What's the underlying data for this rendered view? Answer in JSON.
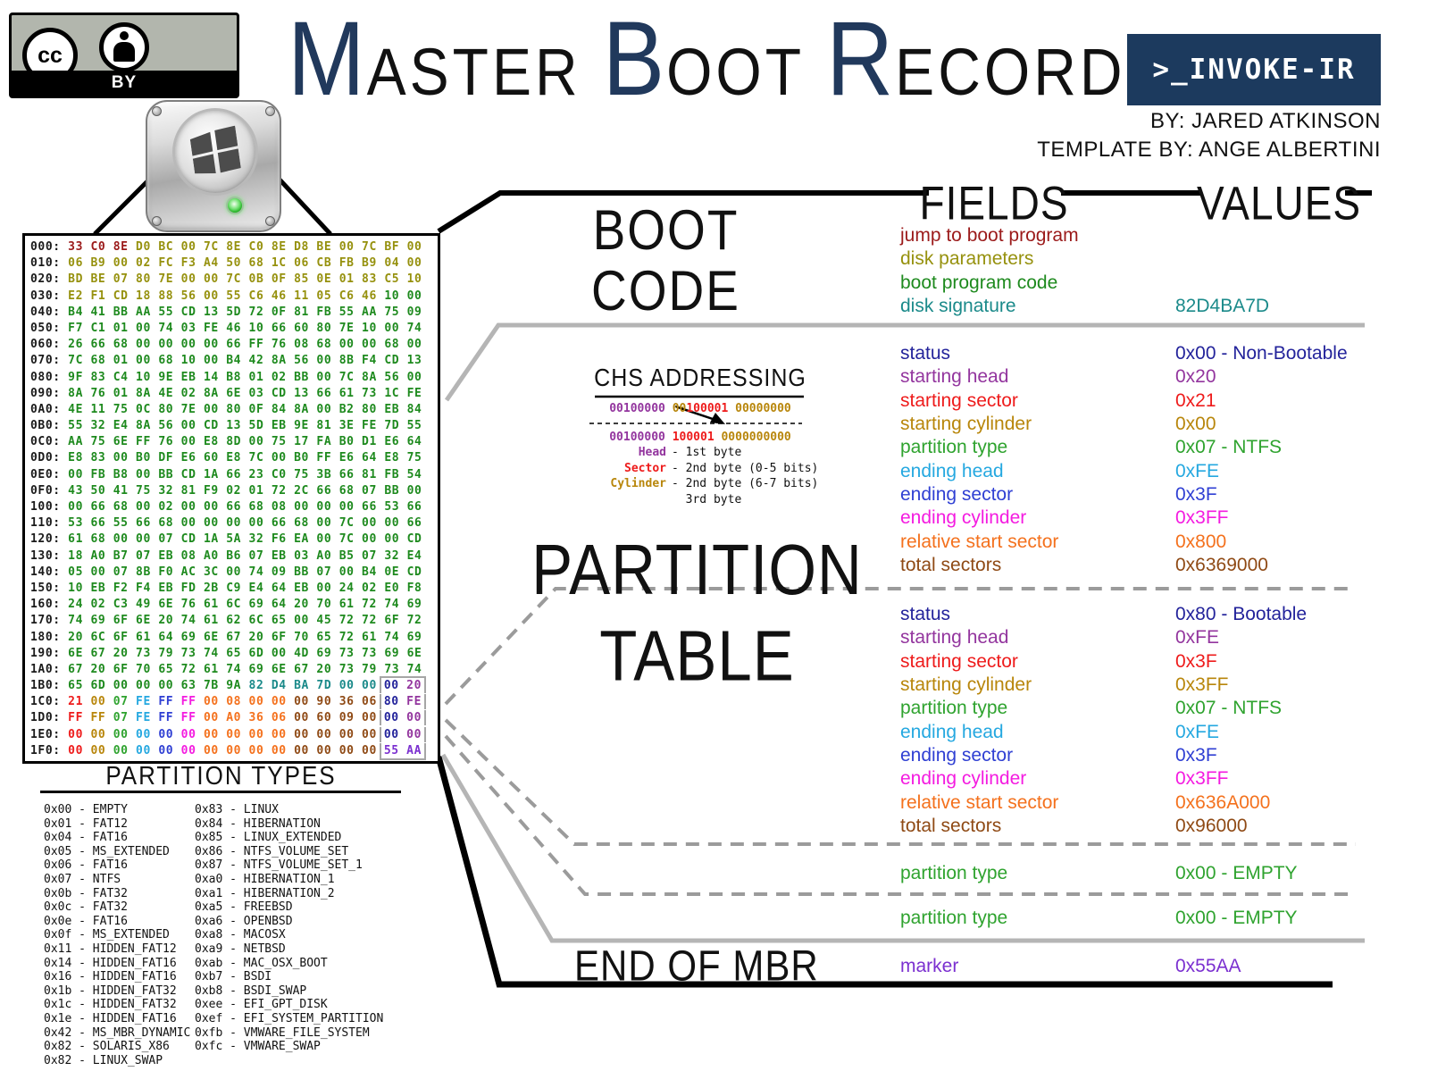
{
  "license": {
    "cc_label": "cc",
    "by_label": "BY"
  },
  "title": {
    "words": [
      {
        "initial": "M",
        "rest": "ASTER"
      },
      {
        "initial": "B",
        "rest": "OOT"
      },
      {
        "initial": "R",
        "rest": "ECORD"
      }
    ],
    "initial_color": "#21395C"
  },
  "logo": {
    "prompt": ">_",
    "name": "INVOKE-IR",
    "bg": "#1C3A5E"
  },
  "credits": {
    "by": "BY: JARED ATKINSON",
    "template": "TEMPLATE BY: ANGE ALBERTINI"
  },
  "headers": {
    "fields": "FIELDS",
    "values": "VALUES"
  },
  "palette": {
    "j": "#9B1A1A",
    "p": "#96910E",
    "c": "#1E8A1E",
    "t": "#1B8A8A",
    "s": "#23239B",
    "h": "#93359E",
    "r": "#EE1B1B",
    "y": "#B8860B",
    "g": "#2FA32F",
    "e": "#25A8E0",
    "b": "#2F3FD3",
    "m": "#F41BE0",
    "o": "#F4711D",
    "w": "#8F4A15",
    "u": "#7B30D0",
    "k": "#111111"
  },
  "hexdump": {
    "rows": [
      {
        "a": "000",
        "b": "33 C0 8E D0 BC 00 7C 8E C0 8E D8 BE 00 7C BF 00",
        "c": "jjjppppppppppppp"
      },
      {
        "a": "010",
        "b": "06 B9 00 02 FC F3 A4 50 68 1C 06 CB FB B9 04 00",
        "c": "pppppppppppppppp"
      },
      {
        "a": "020",
        "b": "BD BE 07 80 7E 00 00 7C 0B 0F 85 0E 01 83 C5 10",
        "c": "pppppppppppppppp"
      },
      {
        "a": "030",
        "b": "E2 F1 CD 18 88 56 00 55 C6 46 11 05 C6 46 10 00",
        "c": "ppppppppppppppcc"
      },
      {
        "a": "040",
        "b": "B4 41 BB AA 55 CD 13 5D 72 0F 81 FB 55 AA 75 09",
        "c": "cccccccccccccccc"
      },
      {
        "a": "050",
        "b": "F7 C1 01 00 74 03 FE 46 10 66 60 80 7E 10 00 74",
        "c": "cccccccccccccccc"
      },
      {
        "a": "060",
        "b": "26 66 68 00 00 00 00 66 FF 76 08 68 00 00 68 00",
        "c": "cccccccccccccccc"
      },
      {
        "a": "070",
        "b": "7C 68 01 00 68 10 00 B4 42 8A 56 00 8B F4 CD 13",
        "c": "cccccccccccccccc"
      },
      {
        "a": "080",
        "b": "9F 83 C4 10 9E EB 14 B8 01 02 BB 00 7C 8A 56 00",
        "c": "cccccccccccccccc"
      },
      {
        "a": "090",
        "b": "8A 76 01 8A 4E 02 8A 6E 03 CD 13 66 61 73 1C FE",
        "c": "cccccccccccccccc"
      },
      {
        "a": "0A0",
        "b": "4E 11 75 0C 80 7E 00 80 0F 84 8A 00 B2 80 EB 84",
        "c": "cccccccccccccccc"
      },
      {
        "a": "0B0",
        "b": "55 32 E4 8A 56 00 CD 13 5D EB 9E 81 3E FE 7D 55",
        "c": "cccccccccccccccc"
      },
      {
        "a": "0C0",
        "b": "AA 75 6E FF 76 00 E8 8D 00 75 17 FA B0 D1 E6 64",
        "c": "cccccccccccccccc"
      },
      {
        "a": "0D0",
        "b": "E8 83 00 B0 DF E6 60 E8 7C 00 B0 FF E6 64 E8 75",
        "c": "cccccccccccccccc"
      },
      {
        "a": "0E0",
        "b": "00 FB B8 00 BB CD 1A 66 23 C0 75 3B 66 81 FB 54",
        "c": "cccccccccccccccc"
      },
      {
        "a": "0F0",
        "b": "43 50 41 75 32 81 F9 02 01 72 2C 66 68 07 BB 00",
        "c": "cccccccccccccccc"
      },
      {
        "a": "100",
        "b": "00 66 68 00 02 00 00 66 68 08 00 00 00 66 53 66",
        "c": "cccccccccccccccc"
      },
      {
        "a": "110",
        "b": "53 66 55 66 68 00 00 00 00 66 68 00 7C 00 00 66",
        "c": "cccccccccccccccc"
      },
      {
        "a": "120",
        "b": "61 68 00 00 07 CD 1A 5A 32 F6 EA 00 7C 00 00 CD",
        "c": "cccccccccccccccc"
      },
      {
        "a": "130",
        "b": "18 A0 B7 07 EB 08 A0 B6 07 EB 03 A0 B5 07 32 E4",
        "c": "cccccccccccccccc"
      },
      {
        "a": "140",
        "b": "05 00 07 8B F0 AC 3C 00 74 09 BB 07 00 B4 0E CD",
        "c": "cccccccccccccccc"
      },
      {
        "a": "150",
        "b": "10 EB F2 F4 EB FD 2B C9 E4 64 EB 00 24 02 E0 F8",
        "c": "cccccccccccccccc"
      },
      {
        "a": "160",
        "b": "24 02 C3 49 6E 76 61 6C 69 64 20 70 61 72 74 69",
        "c": "cccccccccccccccc"
      },
      {
        "a": "170",
        "b": "74 69 6F 6E 20 74 61 62 6C 65 00 45 72 72 6F 72",
        "c": "cccccccccccccccc"
      },
      {
        "a": "180",
        "b": "20 6C 6F 61 64 69 6E 67 20 6F 70 65 72 61 74 69",
        "c": "cccccccccccccccc"
      },
      {
        "a": "190",
        "b": "6E 67 20 73 79 73 74 65 6D 00 4D 69 73 73 69 6E",
        "c": "cccccccccccccccc"
      },
      {
        "a": "1A0",
        "b": "67 20 6F 70 65 72 61 74 69 6E 67 20 73 79 73 74",
        "c": "cccccccccccccccc"
      },
      {
        "a": "1B0",
        "b": "65 6D 00 00 00 63 7B 9A 82 D4 BA 7D 00 00 00 20",
        "c": "ccccccccttttttsh"
      },
      {
        "a": "1C0",
        "b": "21 00 07 FE FF FF 00 08 00 00 00 90 36 06 80 FE",
        "c": "rygebmoooowwwwsh"
      },
      {
        "a": "1D0",
        "b": "FF FF 07 FE FF FF 00 A0 36 06 00 60 09 00 00 00",
        "c": "rygebmoooowwwwsh"
      },
      {
        "a": "1E0",
        "b": "00 00 00 00 00 00 00 00 00 00 00 00 00 00 00 00",
        "c": "rygebmoooowwwwsh"
      },
      {
        "a": "1F0",
        "b": "00 00 00 00 00 00 00 00 00 00 00 00 00 00 55 AA",
        "c": "rygebmoooowwwwuu"
      }
    ]
  },
  "chs": {
    "title": "CHS ADDRESSING",
    "rows": [
      [
        {
          "t": "00100000 ",
          "c": "h"
        },
        {
          "t": "00",
          "c": "y"
        },
        {
          "t": "100001 ",
          "c": "r"
        },
        {
          "t": "00000000",
          "c": "y"
        }
      ],
      [
        {
          "t": "00100000 ",
          "c": "h"
        },
        {
          "t": "100001 ",
          "c": "r"
        },
        {
          "t": "0000000000",
          "c": "y"
        }
      ]
    ],
    "legend": [
      {
        "term": "Head",
        "c": "h",
        "desc": "- 1st byte"
      },
      {
        "term": "Sector",
        "c": "r",
        "desc": "- 2nd byte (0-5 bits)"
      },
      {
        "term": "Cylinder",
        "c": "y",
        "desc": "- 2nd byte (6-7 bits)"
      },
      {
        "term": "",
        "c": "k",
        "desc": "  3rd byte"
      }
    ]
  },
  "sections": {
    "boot_code": {
      "label_lines": [
        "BOOT",
        "CODE"
      ],
      "rows": [
        {
          "f": "jump to boot program",
          "c": "j",
          "v": ""
        },
        {
          "f": "disk parameters",
          "c": "p",
          "v": ""
        },
        {
          "f": "boot program code",
          "c": "c",
          "v": ""
        },
        {
          "f": "disk signature",
          "c": "t",
          "v": "82D4BA7D"
        }
      ]
    },
    "partition_table": {
      "label_lines": [
        "PARTITION",
        "TABLE"
      ],
      "partition1": [
        {
          "f": "status",
          "c": "s",
          "v": "0x00 - Non-Bootable"
        },
        {
          "f": "starting head",
          "c": "h",
          "v": "0x20"
        },
        {
          "f": "starting sector",
          "c": "r",
          "v": "0x21"
        },
        {
          "f": "starting cylinder",
          "c": "y",
          "v": "0x00"
        },
        {
          "f": "partition type",
          "c": "g",
          "v": "0x07 - NTFS"
        },
        {
          "f": "ending head",
          "c": "e",
          "v": "0xFE"
        },
        {
          "f": "ending sector",
          "c": "b",
          "v": "0x3F"
        },
        {
          "f": "ending cylinder",
          "c": "m",
          "v": "0x3FF"
        },
        {
          "f": "relative start sector",
          "c": "o",
          "v": "0x800"
        },
        {
          "f": "total sectors",
          "c": "w",
          "v": "0x6369000"
        }
      ],
      "partition2": [
        {
          "f": "status",
          "c": "s",
          "v": "0x80 - Bootable"
        },
        {
          "f": "starting head",
          "c": "h",
          "v": "0xFE"
        },
        {
          "f": "starting sector",
          "c": "r",
          "v": "0x3F"
        },
        {
          "f": "starting cylinder",
          "c": "y",
          "v": "0x3FF"
        },
        {
          "f": "partition type",
          "c": "g",
          "v": "0x07 - NTFS"
        },
        {
          "f": "ending head",
          "c": "e",
          "v": "0xFE"
        },
        {
          "f": "ending sector",
          "c": "b",
          "v": "0x3F"
        },
        {
          "f": "ending cylinder",
          "c": "m",
          "v": "0x3FF"
        },
        {
          "f": "relative start sector",
          "c": "o",
          "v": "0x636A000"
        },
        {
          "f": "total sectors",
          "c": "w",
          "v": "0x96000"
        }
      ],
      "partition3": [
        {
          "f": "partition type",
          "c": "g",
          "v": "0x00 - EMPTY"
        }
      ],
      "partition4": [
        {
          "f": "partition type",
          "c": "g",
          "v": "0x00 - EMPTY"
        }
      ]
    },
    "end_of_mbr": {
      "label": "END OF MBR",
      "rows": [
        {
          "f": "marker",
          "c": "u",
          "v": "0x55AA"
        }
      ]
    }
  },
  "partition_types": {
    "title": "PARTITION TYPES",
    "col1": [
      {
        "code": "0x00",
        "name": "EMPTY"
      },
      {
        "code": "0x01",
        "name": "FAT12"
      },
      {
        "code": "0x04",
        "name": "FAT16"
      },
      {
        "code": "0x05",
        "name": "MS_EXTENDED"
      },
      {
        "code": "0x06",
        "name": "FAT16"
      },
      {
        "code": "0x07",
        "name": "NTFS"
      },
      {
        "code": "0x0b",
        "name": "FAT32"
      },
      {
        "code": "0x0c",
        "name": "FAT32"
      },
      {
        "code": "0x0e",
        "name": "FAT16"
      },
      {
        "code": "0x0f",
        "name": "MS_EXTENDED"
      },
      {
        "code": "0x11",
        "name": "HIDDEN_FAT12"
      },
      {
        "code": "0x14",
        "name": "HIDDEN_FAT16"
      },
      {
        "code": "0x16",
        "name": "HIDDEN_FAT16"
      },
      {
        "code": "0x1b",
        "name": "HIDDEN_FAT32"
      },
      {
        "code": "0x1c",
        "name": "HIDDEN_FAT32"
      },
      {
        "code": "0x1e",
        "name": "HIDDEN_FAT16"
      },
      {
        "code": "0x42",
        "name": "MS_MBR_DYNAMIC"
      },
      {
        "code": "0x82",
        "name": "SOLARIS_X86"
      },
      {
        "code": "0x82",
        "name": "LINUX_SWAP"
      }
    ],
    "col2": [
      {
        "code": "0x83",
        "name": "LINUX"
      },
      {
        "code": "0x84",
        "name": "HIBERNATION"
      },
      {
        "code": "0x85",
        "name": "LINUX_EXTENDED"
      },
      {
        "code": "0x86",
        "name": "NTFS_VOLUME_SET"
      },
      {
        "code": "0x87",
        "name": "NTFS_VOLUME_SET_1"
      },
      {
        "code": "0xa0",
        "name": "HIBERNATION_1"
      },
      {
        "code": "0xa1",
        "name": "HIBERNATION_2"
      },
      {
        "code": "0xa5",
        "name": "FREEBSD"
      },
      {
        "code": "0xa6",
        "name": "OPENBSD"
      },
      {
        "code": "0xa8",
        "name": "MACOSX"
      },
      {
        "code": "0xa9",
        "name": "NETBSD"
      },
      {
        "code": "0xab",
        "name": "MAC_OSX_BOOT"
      },
      {
        "code": "0xb7",
        "name": "BSDI"
      },
      {
        "code": "0xb8",
        "name": "BSDI_SWAP"
      },
      {
        "code": "0xee",
        "name": "EFI_GPT_DISK"
      },
      {
        "code": "0xef",
        "name": "EFI_SYSTEM_PARTITION"
      },
      {
        "code": "0xfb",
        "name": "VMWARE_FILE_SYSTEM"
      },
      {
        "code": "0xfc",
        "name": "VMWARE_SWAP"
      }
    ]
  }
}
